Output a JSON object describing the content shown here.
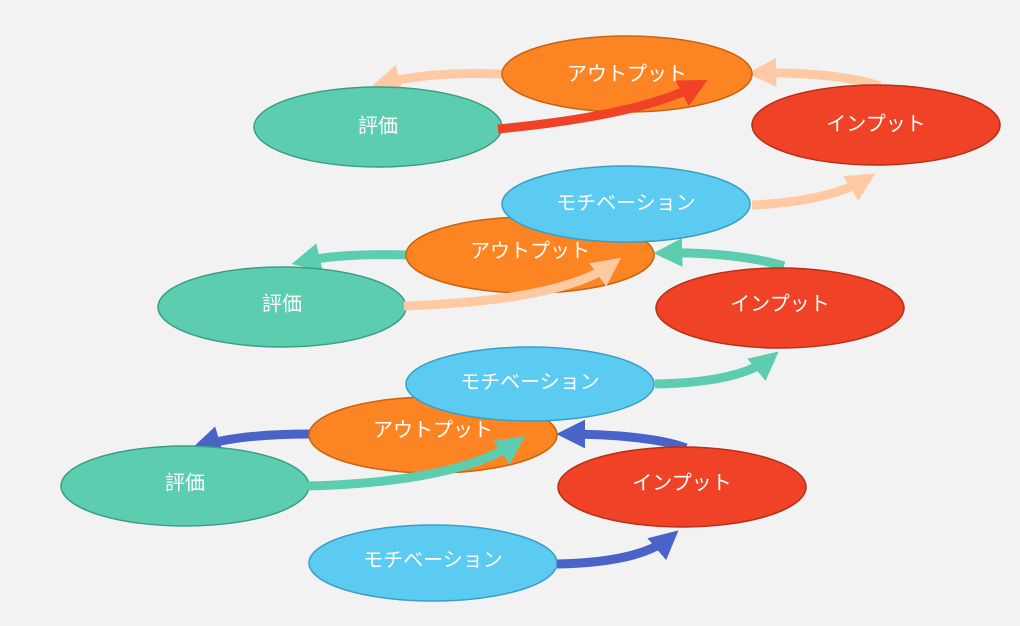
{
  "colors": {
    "background": "#f2f2f2",
    "motivation_fill": "#5ccbf2",
    "motivation_stroke": "#3a9fc4",
    "output_fill": "#fd8423",
    "output_stroke": "#c96410",
    "input_fill": "#f04226",
    "input_stroke": "#b82e17",
    "evaluation_fill": "#5ccdaf",
    "evaluation_stroke": "#3a9d84",
    "arrow_top": "#f04226",
    "arrow_top_faded": "#ffcaa3",
    "arrow_middle": "#5ccdaf",
    "arrow_bottom": "#4a63c8"
  },
  "cycles": [
    {
      "level": "top",
      "input": "インプット",
      "output": "アウトプット",
      "evaluation": "評価"
    },
    {
      "level": "middle",
      "motivation": "モチベーション",
      "input": "インプット",
      "output": "アウトプット",
      "evaluation": "評価"
    },
    {
      "level": "bottom",
      "motivation": "モチベーション",
      "input": "インプット",
      "output": "アウトプット",
      "evaluation": "評価"
    }
  ],
  "upper_motivation": "モチベーション"
}
